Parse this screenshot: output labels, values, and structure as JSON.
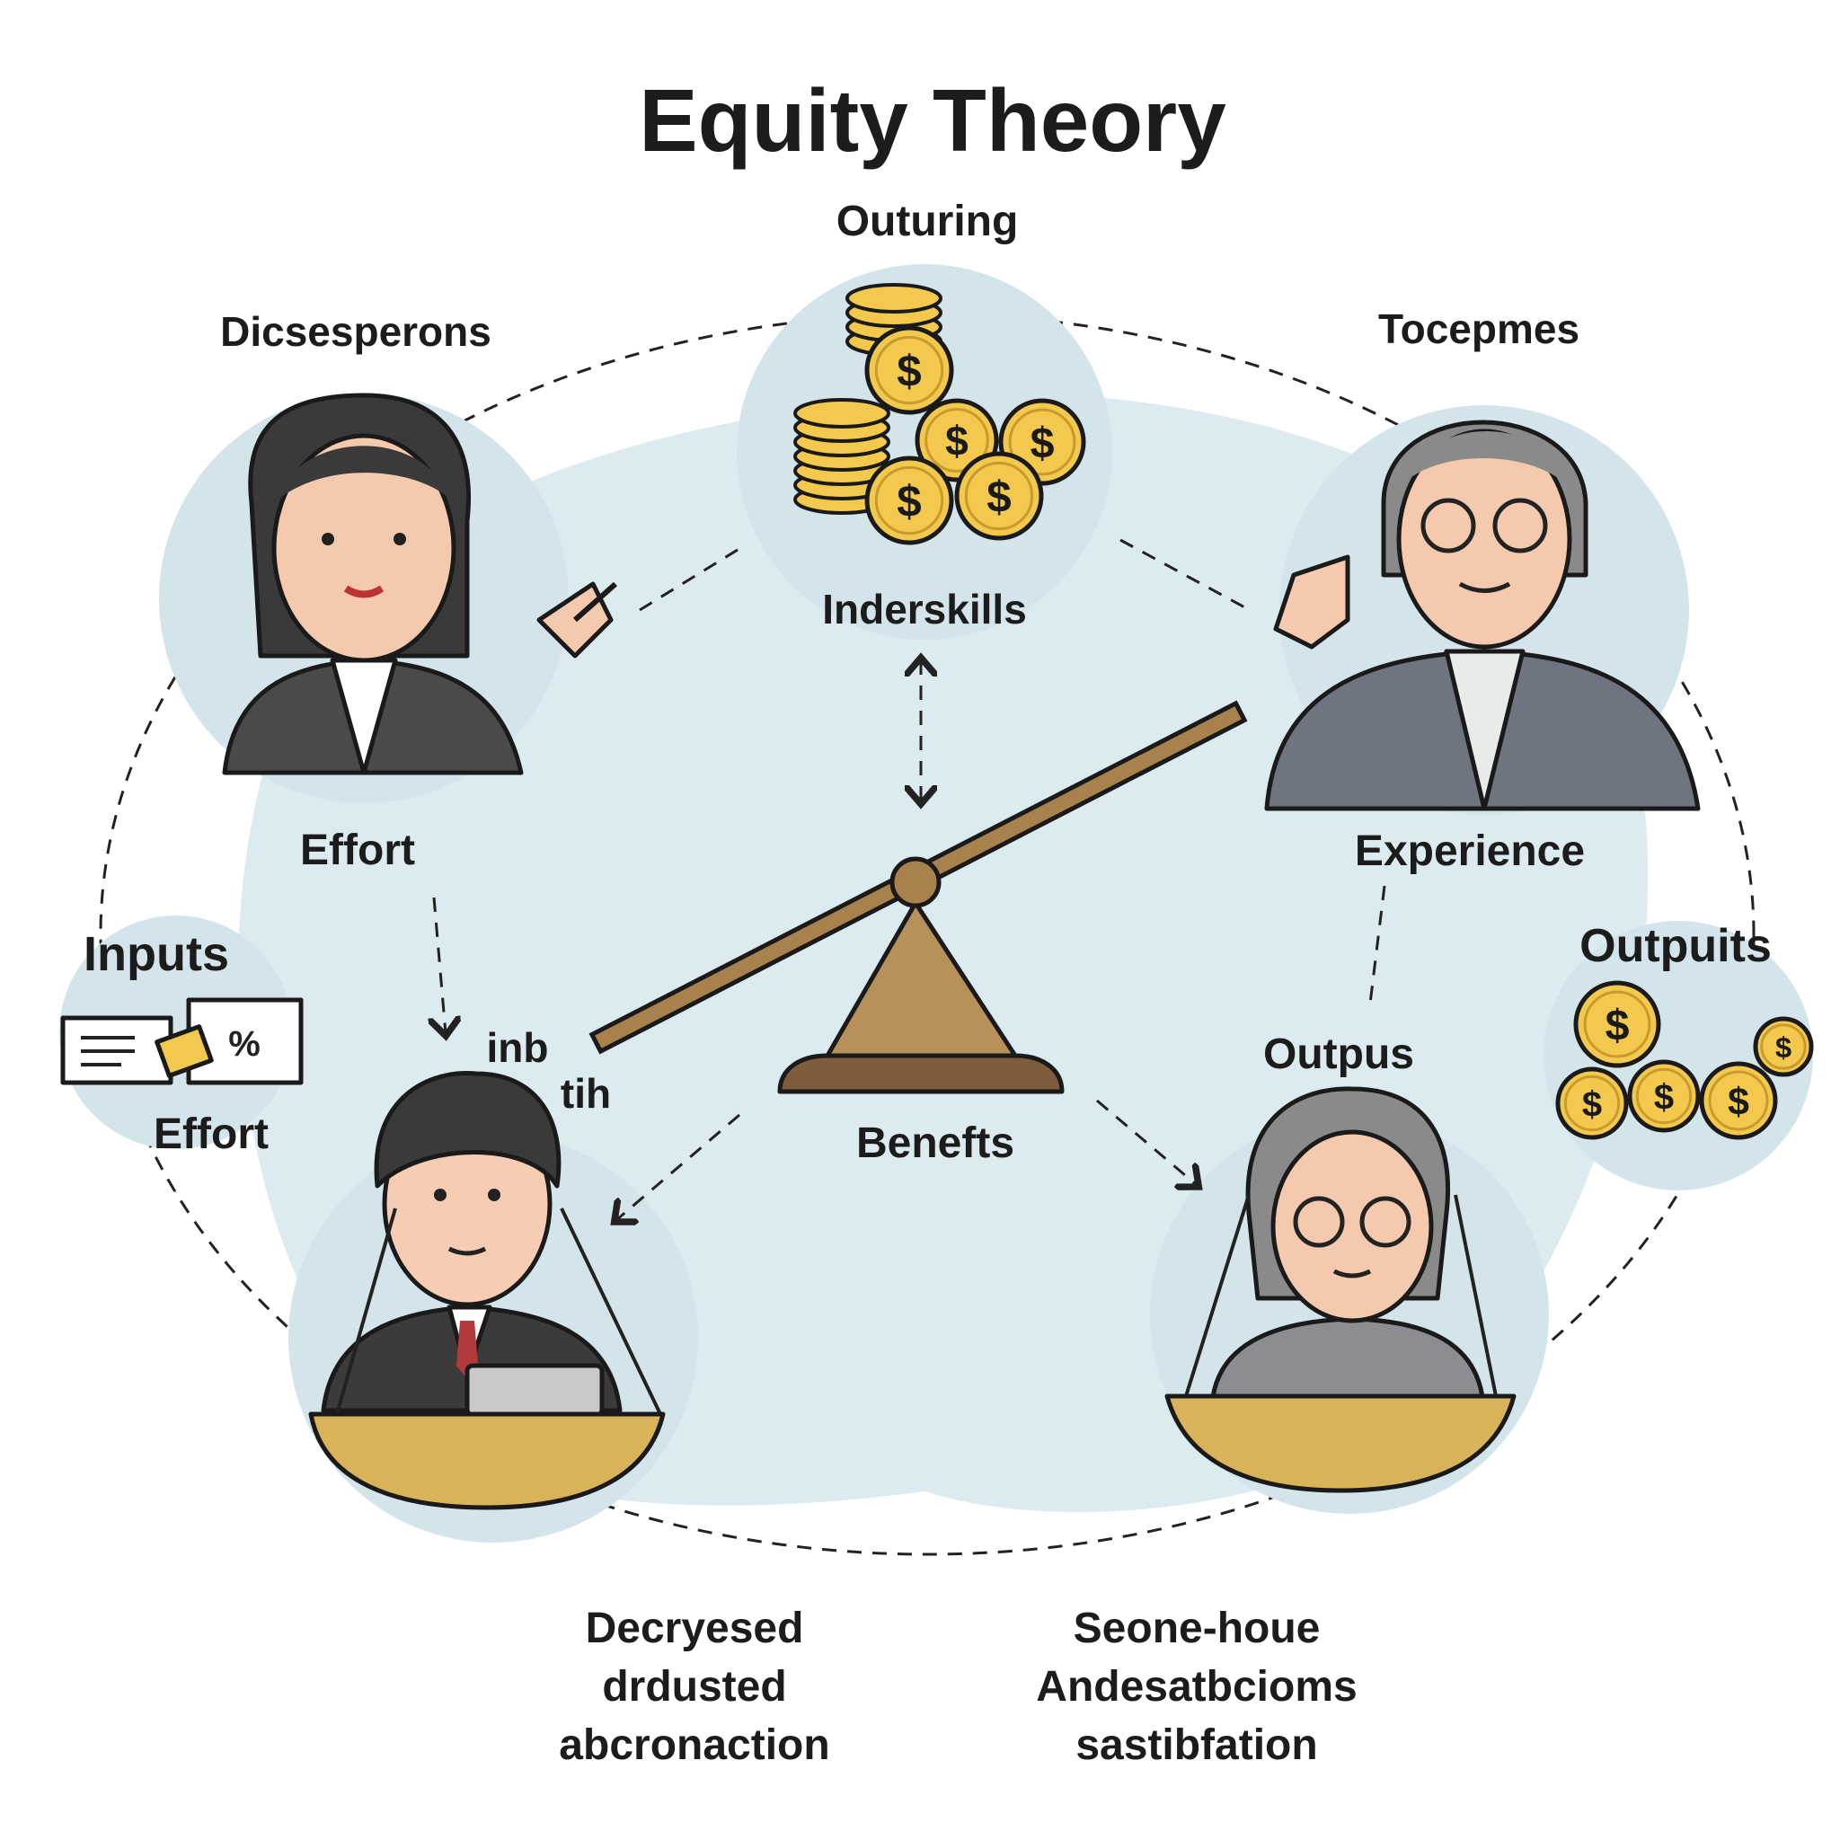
{
  "title": "Equity Theory",
  "labels": {
    "top": "Outuring",
    "top_left": "Dicsesperons",
    "top_right": "Tocepmes",
    "center_top": "Inderskills",
    "left_effort": "Effort",
    "right_experience": "Experience",
    "inputs": "Inputs",
    "inputs_effort": "Effort",
    "outputs": "Outpuits",
    "fragment_1": "inb",
    "fragment_2": "tih",
    "outpus": "Outpus",
    "benefits": "Benefts"
  },
  "bottom_left": [
    "Decryesed",
    "drdusted",
    "abcronaction"
  ],
  "bottom_right": [
    "Seone-houe",
    "Andesatbcioms",
    "sastibfation"
  ],
  "coin_symbol": "$",
  "colors": {
    "circle": "#d6e7ec",
    "blob": "#dcebef",
    "coin": "#f2c94c",
    "wood": "#b08a55",
    "wood_dark": "#7b5a3a",
    "bowl": "#d8b35a"
  }
}
